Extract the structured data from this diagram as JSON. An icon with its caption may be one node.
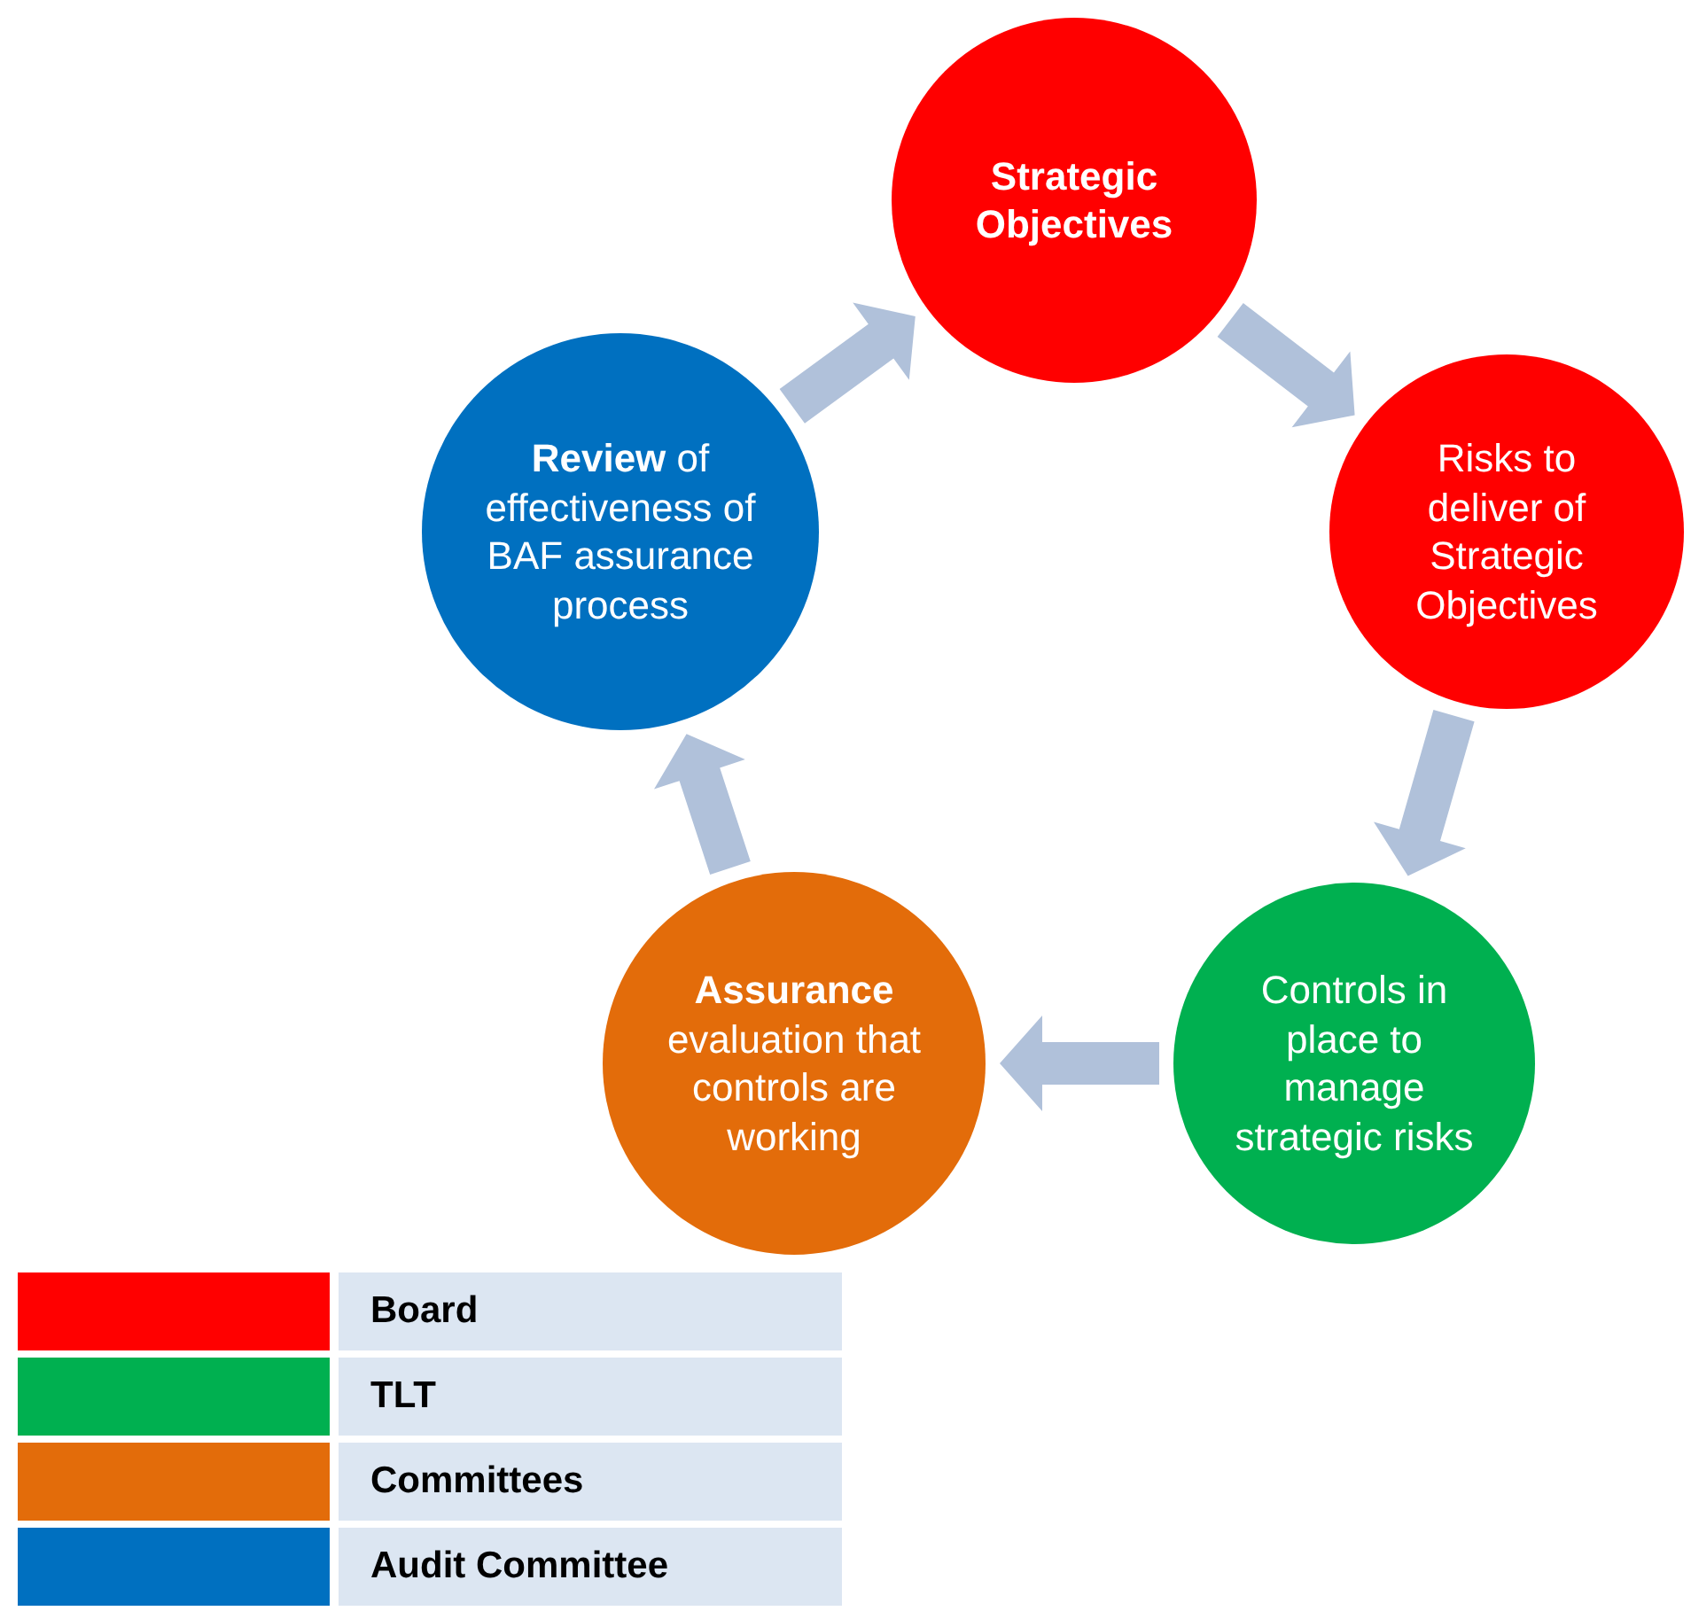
{
  "diagram": {
    "nodes": [
      {
        "text": [
          "Strategic Objectives"
        ]
      },
      {
        "text": [
          "Risks to deliver of Strategic Objectives"
        ]
      },
      {
        "text": [
          "Controls in place to manage strategic risks"
        ]
      },
      {
        "text": [
          "**Assurance** evaluation that controls are working"
        ]
      },
      {
        "text": [
          "**Review** of effectiveness of BAF assurance process"
        ]
      }
    ],
    "edges": [
      {
        "from": 0,
        "to": 1,
        "arrow": "to"
      },
      {
        "from": 1,
        "to": 2,
        "arrow": "to"
      },
      {
        "from": 2,
        "to": 3,
        "arrow": "to"
      },
      {
        "from": 3,
        "to": 4,
        "arrow": "to"
      },
      {
        "from": 4,
        "to": 0,
        "arrow": "to"
      }
    ],
    "legend": [
      {
        "text": "Board",
        "color": "#ff0000"
      },
      {
        "text": "TLT",
        "color": "#00b050"
      },
      {
        "text": "Committees",
        "color": "#e36c0a"
      },
      {
        "text": "Audit Committee",
        "color": "#0070c0"
      }
    ]
  }
}
